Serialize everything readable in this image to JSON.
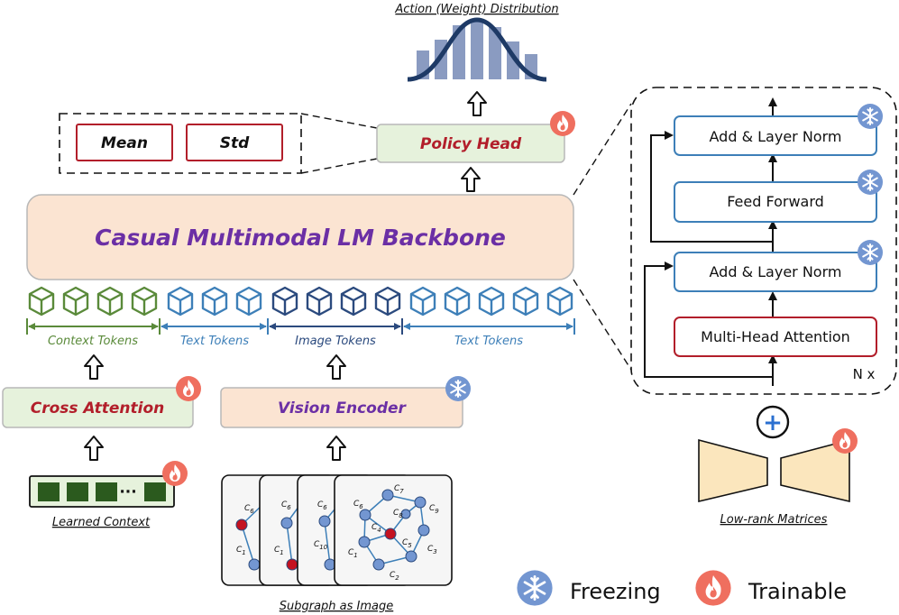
{
  "output": {
    "title": "Action (Weight) Distribution"
  },
  "policy": {
    "head_label": "Policy Head",
    "mean_label": "Mean",
    "std_label": "Std"
  },
  "backbone": {
    "label": "Casual Multimodal LM Backbone"
  },
  "tokens": {
    "context": "Context Tokens",
    "text_left": "Text Tokens",
    "image": "Image Tokens",
    "text_right": "Text Tokens"
  },
  "modules": {
    "cross_attention": "Cross Attention",
    "vision_encoder": "Vision Encoder"
  },
  "inputs": {
    "learned_context": "Learned Context",
    "learned_context_dots": "···",
    "subgraph": "Subgraph as Image"
  },
  "transformer": {
    "add_norm_top": "Add & Layer Norm",
    "feed_forward": "Feed Forward",
    "add_norm_bottom": "Add & Layer Norm",
    "attention": "Multi-Head Attention",
    "repeat": "N x"
  },
  "lora": {
    "label": "Low-rank Matrices",
    "plus": "+"
  },
  "legend": {
    "freezing": "Freezing",
    "trainable": "Trainable"
  },
  "graph_nodes": {
    "c1": "C",
    "c1_sub": "1",
    "c2": "C",
    "c2_sub": "2",
    "c3": "C",
    "c3_sub": "3",
    "c4": "C",
    "c4_sub": "4",
    "c5": "C",
    "c5_sub": "5",
    "c6": "C",
    "c6_sub": "6",
    "c7": "C",
    "c7_sub": "7",
    "c8": "C",
    "c8_sub": "8",
    "c9": "C",
    "c9_sub": "9",
    "c10": "C",
    "c10_sub": "10"
  },
  "colors": {
    "green": "#5a8a3a",
    "blue": "#3d7fb8",
    "navy": "#2b4a7e",
    "red": "#b21e2a",
    "purple": "#6b2fa5",
    "peach": "#fbe4d2",
    "mint": "#e6f2dc",
    "freeze": "#7396d1",
    "fire": "#ef6f5f"
  }
}
